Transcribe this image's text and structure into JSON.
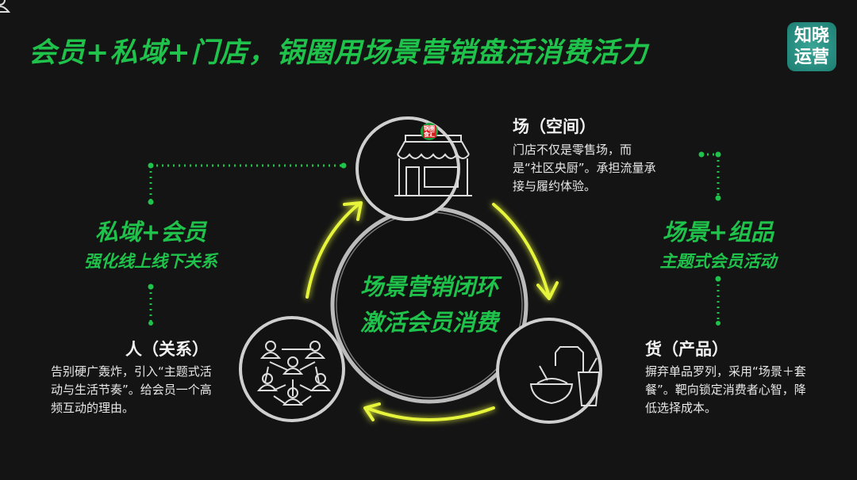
{
  "title": "会员+私域+门店，锅圈用场景营销盘活消费活力",
  "logo": {
    "line1": "知晓",
    "line2": "运营"
  },
  "center": {
    "line1": "场景营销闭环",
    "line2": "激活会员消费"
  },
  "store_badge": "锅圈食汇",
  "nodes": {
    "space": {
      "label": "场（空间）",
      "desc": "门店不仅是零售场，而是“社区央厨”。承担流量承接与履约体验。"
    },
    "people": {
      "label": "人（关系）",
      "desc": "告别硬广轰炸，引入“主题式活动与生活节奏”。给会员一个高频互动的理由。"
    },
    "goods": {
      "label": "货（产品）",
      "desc": "摒弃单品罗列，采用“场景＋套餐”。靶向锁定消费者心智，降低选择成本。"
    }
  },
  "left_group": {
    "title": "私域+会员",
    "subtitle": "强化线上线下关系"
  },
  "right_group": {
    "title": "场景+组品",
    "subtitle": "主题式会员活动"
  },
  "colors": {
    "green": "#1fc24a",
    "arrow": "#e6f53a",
    "ring": "#c8c8c8"
  }
}
